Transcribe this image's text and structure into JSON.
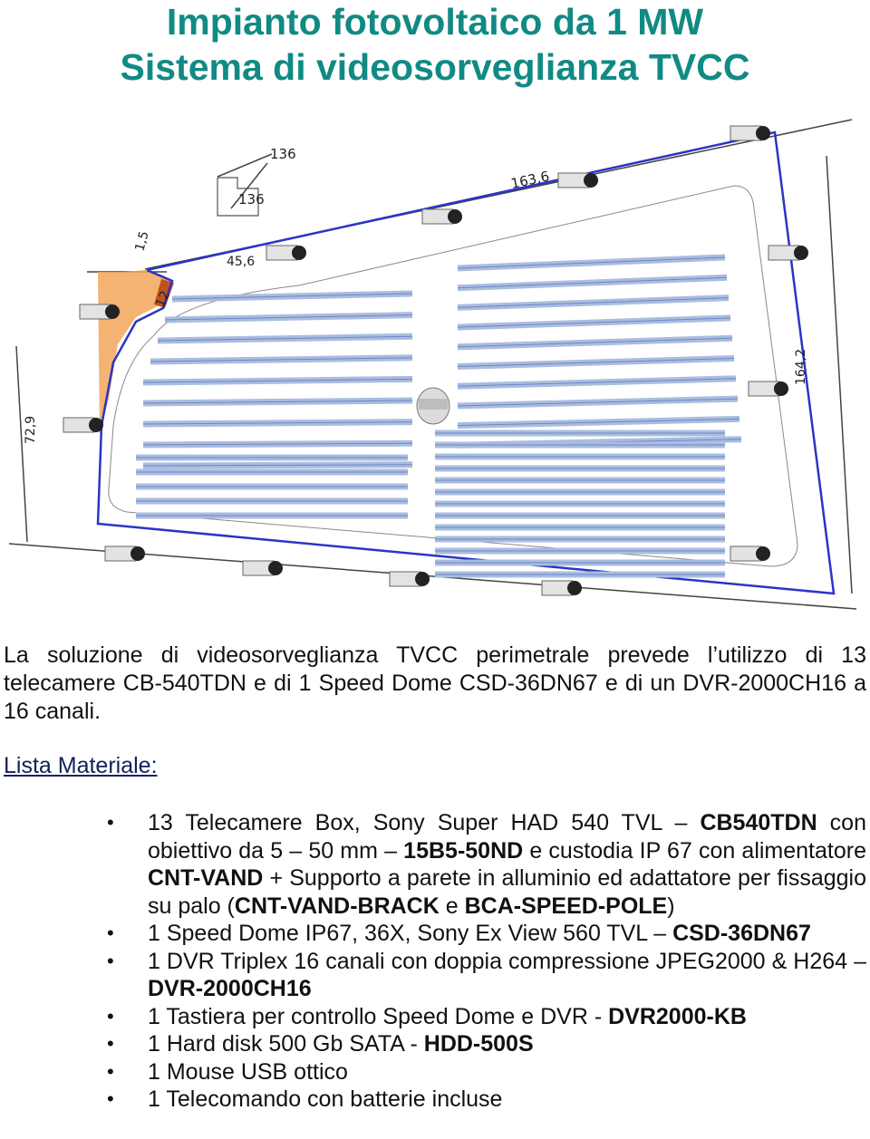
{
  "title": {
    "line1": "Impianto fotovoltaico da 1 MW",
    "line2": "Sistema di videosorveglianza TVCC"
  },
  "plan": {
    "dimensions": [
      "136",
      "136",
      "163,6",
      "1,5",
      "45,6",
      "12",
      "164,2",
      "72,9"
    ],
    "camera_count": 13,
    "speed_dome_count": 1,
    "colors": {
      "perimeter": "#2b35c4",
      "panels": "#a9bde0",
      "orange_zone": "#f2a65a",
      "dimension_lines": "#444444"
    }
  },
  "intro": {
    "text": "La soluzione di videosorveglianza TVCC perimetrale prevede l’utilizzo di 13 telecamere CB-540TDN e di 1 Speed Dome CSD-36DN67 e di un DVR-2000CH16 a 16 canali."
  },
  "materials": {
    "heading": "Lista Materiale:",
    "item1": {
      "a": "13 Telecamere Box, Sony Super HAD 540 TVL – ",
      "b1": "CB540TDN",
      "c": " con obiettivo da 5 – 50 mm – ",
      "b2": "15B5-50ND",
      "d": " e custodia IP 67 con alimentatore ",
      "b3": "CNT-VAND",
      "e": " + Supporto a parete in alluminio ed adattatore per fissaggio su palo (",
      "b4": "CNT-VAND-BRACK",
      "f": " e ",
      "b5": "BCA-SPEED-POLE",
      "g": ")"
    },
    "item2": {
      "a": "1 Speed Dome IP67, 36X, Sony Ex View 560 TVL – ",
      "b": "CSD-36DN67"
    },
    "item3": {
      "a": "1 DVR Triplex 16 canali con doppia compressione JPEG2000 & H264 – ",
      "b": "DVR-2000CH16"
    },
    "item4": {
      "a": "1 Tastiera per controllo Speed Dome e DVR - ",
      "b": "DVR2000-KB"
    },
    "item5": {
      "a": "1 Hard disk 500 Gb SATA - ",
      "b": "HDD-500S"
    },
    "item6": {
      "a": "1 Mouse USB ottico"
    },
    "item7": {
      "a": "1 Telecomando con batterie incluse"
    }
  }
}
